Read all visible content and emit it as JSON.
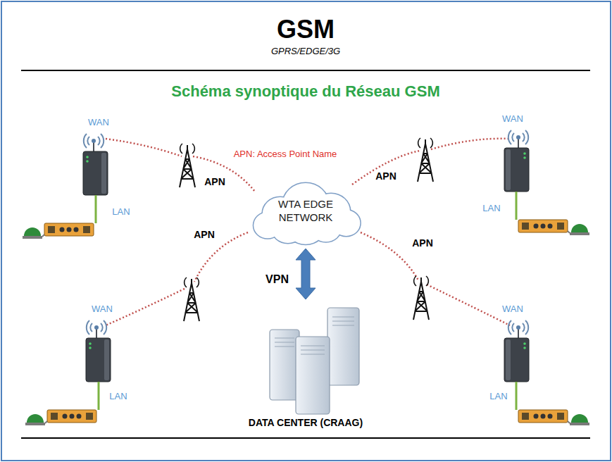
{
  "diagram": {
    "title": "GSM",
    "nodes": [
      {
        "text": [
          "WTA EDGE NETWORK"
        ]
      },
      {
        "text": [
          "DATA CENTER (CRAAG)"
        ]
      }
    ],
    "edges": [
      {
        "from": 0,
        "to": 1,
        "label": "VPN",
        "arrow": "both"
      }
    ],
    "labels": [
      "GPRS/EDGE/3G",
      "Schéma synoptique du Réseau GSM",
      "WAN",
      "APN: Access Point Name",
      "WAN",
      "APN",
      "APN",
      "LAN",
      "LAN",
      "APN",
      "APN",
      "WAN",
      "WAN",
      "LAN",
      "LAN"
    ]
  }
}
